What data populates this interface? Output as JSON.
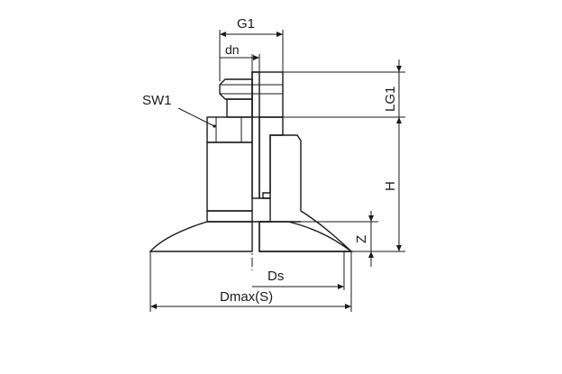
{
  "labels": {
    "g1": "G1",
    "dn": "dn",
    "sw1": "SW1",
    "lg1": "LG1",
    "h": "H",
    "z": "Z",
    "ds": "Ds",
    "dmax": "Dmax(S)"
  },
  "colors": {
    "line": "#1a1a1a",
    "body_fill": "#f2f2f2",
    "section_fill": "#d9d9d9",
    "rubber_fill": "#cfcfcf",
    "hatch": "#1a1a1a"
  }
}
